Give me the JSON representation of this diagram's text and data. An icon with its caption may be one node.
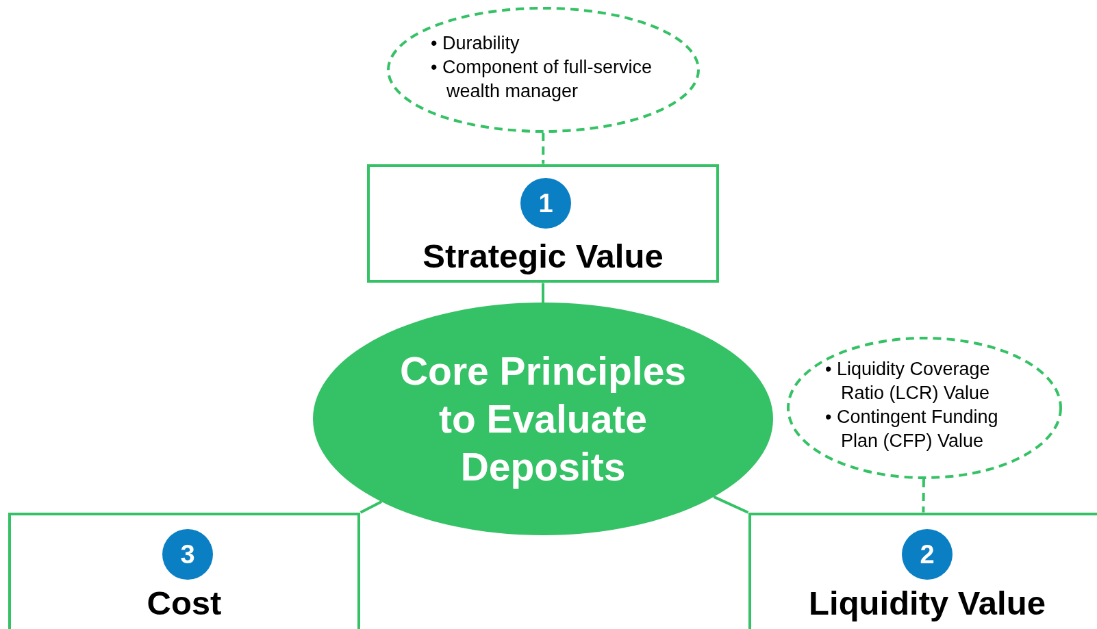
{
  "diagram": {
    "nodes": [
      {
        "text": [
          "• Durability",
          "• Component of full-service wealth manager"
        ]
      },
      {
        "text": [
          "Strategic Value"
        ]
      },
      {
        "text": [
          "1"
        ],
        "in": 1
      },
      {
        "text": [
          "Core Principles to Evaluate Deposits"
        ]
      },
      {
        "text": [
          "• Liquidity Coverage Ratio (LCR) Value",
          "• Contingent Funding Plan (CFP) Value"
        ]
      },
      {
        "text": [
          "Cost"
        ]
      },
      {
        "text": [
          "3"
        ],
        "in": 5
      },
      {
        "text": [
          "Liquidity Value"
        ]
      },
      {
        "text": [
          "2"
        ],
        "in": 7
      }
    ],
    "edges": [
      {
        "from": 0,
        "to": 1,
        "arrow": "none",
        "style": "dashed"
      },
      {
        "from": 1,
        "to": 3,
        "arrow": "none"
      },
      {
        "from": 3,
        "to": 5,
        "arrow": "none"
      },
      {
        "from": 3,
        "to": 7,
        "arrow": "none"
      },
      {
        "from": 4,
        "to": 7,
        "arrow": "none",
        "style": "dashed"
      }
    ]
  }
}
